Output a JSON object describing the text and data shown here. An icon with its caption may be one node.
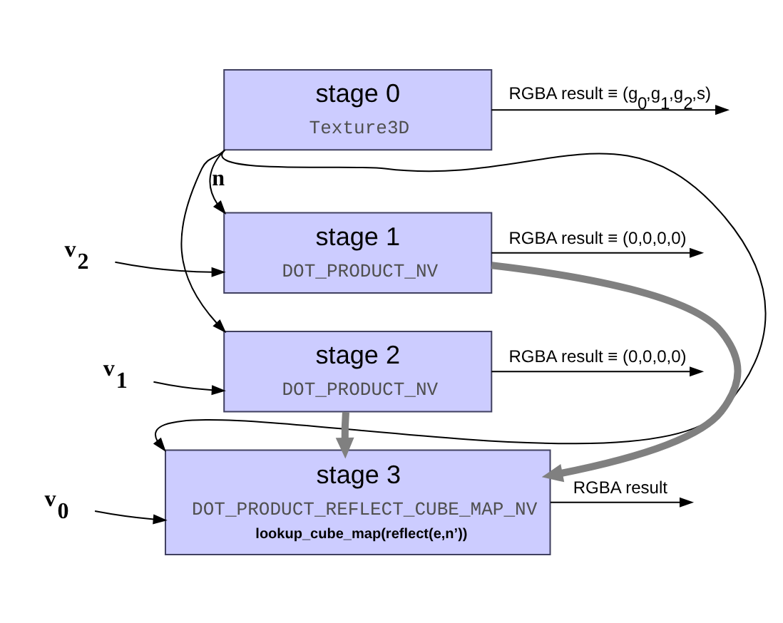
{
  "diagram": {
    "nodes": [
      {
        "text": [
          "stage 0",
          "Texture3D"
        ]
      },
      {
        "text": [
          "stage 1",
          "DOT_PRODUCT_NV"
        ]
      },
      {
        "text": [
          "stage 2",
          "DOT_PRODUCT_NV"
        ]
      },
      {
        "text": [
          "stage 3",
          "DOT_PRODUCT_REFLECT_CUBE_MAP_NV",
          "lookup_cube_map(reflect(e,n’))"
        ]
      },
      {
        "text": [
          "v$_{2}$"
        ]
      },
      {
        "text": [
          "v$_{1}$"
        ]
      },
      {
        "text": [
          "v$_{0}$"
        ]
      }
    ],
    "edges": [
      {
        "from": 0,
        "to": null,
        "arrow": "to",
        "label": "RGBA result ≡ (g$_{0}$,g$_{1}$,g$_{2}$,s)"
      },
      {
        "from": 0,
        "to": 1,
        "arrow": "to",
        "label": "n"
      },
      {
        "from": 0,
        "to": 2,
        "arrow": "to"
      },
      {
        "from": 0,
        "to": 3,
        "arrow": "to"
      },
      {
        "from": 4,
        "to": 1,
        "arrow": "to"
      },
      {
        "from": 1,
        "to": null,
        "arrow": "to",
        "label": "RGBA result ≡ (0,0,0,0)"
      },
      {
        "from": 1,
        "to": 3,
        "arrow": "to",
        "style": "thick",
        "color": "#808080"
      },
      {
        "from": 5,
        "to": 2,
        "arrow": "to"
      },
      {
        "from": 2,
        "to": null,
        "arrow": "to",
        "label": "RGBA result ≡ (0,0,0,0)"
      },
      {
        "from": 2,
        "to": 3,
        "arrow": "to",
        "style": "thick",
        "color": "#808080"
      },
      {
        "from": 6,
        "to": 3,
        "arrow": "to"
      },
      {
        "from": 3,
        "to": null,
        "arrow": "to",
        "label": "RGBA result"
      }
    ]
  }
}
